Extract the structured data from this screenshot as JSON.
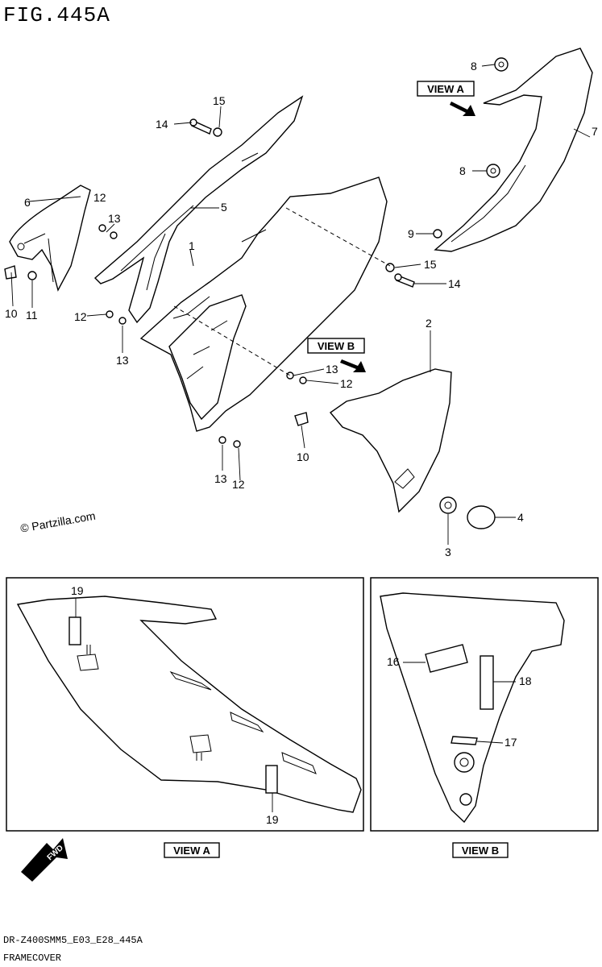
{
  "figure": {
    "title": "FIG.445A",
    "code": "DR-Z400SMM5_E03_E28_445A",
    "caption": "FRAMECOVER",
    "watermark": "© Partzilla.com"
  },
  "views": {
    "view_a_label": "VIEW A",
    "view_b_label": "VIEW B",
    "fwd_label": "FWD"
  },
  "callouts": {
    "c1": "1",
    "c2": "2",
    "c3": "3",
    "c4": "4",
    "c5": "5",
    "c6": "6",
    "c7": "7",
    "c8a": "8",
    "c8b": "8",
    "c9": "9",
    "c10a": "10",
    "c10b": "10",
    "c11": "11",
    "c12a": "12",
    "c12b": "12",
    "c12c": "12",
    "c12d": "12",
    "c13a": "13",
    "c13b": "13",
    "c13c": "13",
    "c13d": "13",
    "c14a": "14",
    "c14b": "14",
    "c15a": "15",
    "c15b": "15",
    "c16": "16",
    "c17": "17",
    "c18": "18",
    "c19a": "19",
    "c19b": "19"
  },
  "colors": {
    "ink": "#000000",
    "paper": "#ffffff"
  }
}
